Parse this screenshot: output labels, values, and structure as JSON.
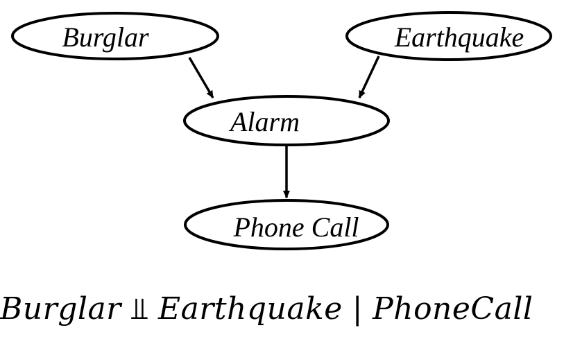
{
  "nodes": {
    "burglar": "Burglar",
    "earthquake": "Earthquake",
    "alarm": "Alarm",
    "phone_call": "Phone Call"
  },
  "formula": {
    "left": "Burglar",
    "independence_symbol": "⫫",
    "right": "Earthquake",
    "given_symbol": "|",
    "condition": "PhoneCall"
  },
  "colors": {
    "stroke": "#000000",
    "fill": "#ffffff",
    "text": "#000000"
  }
}
